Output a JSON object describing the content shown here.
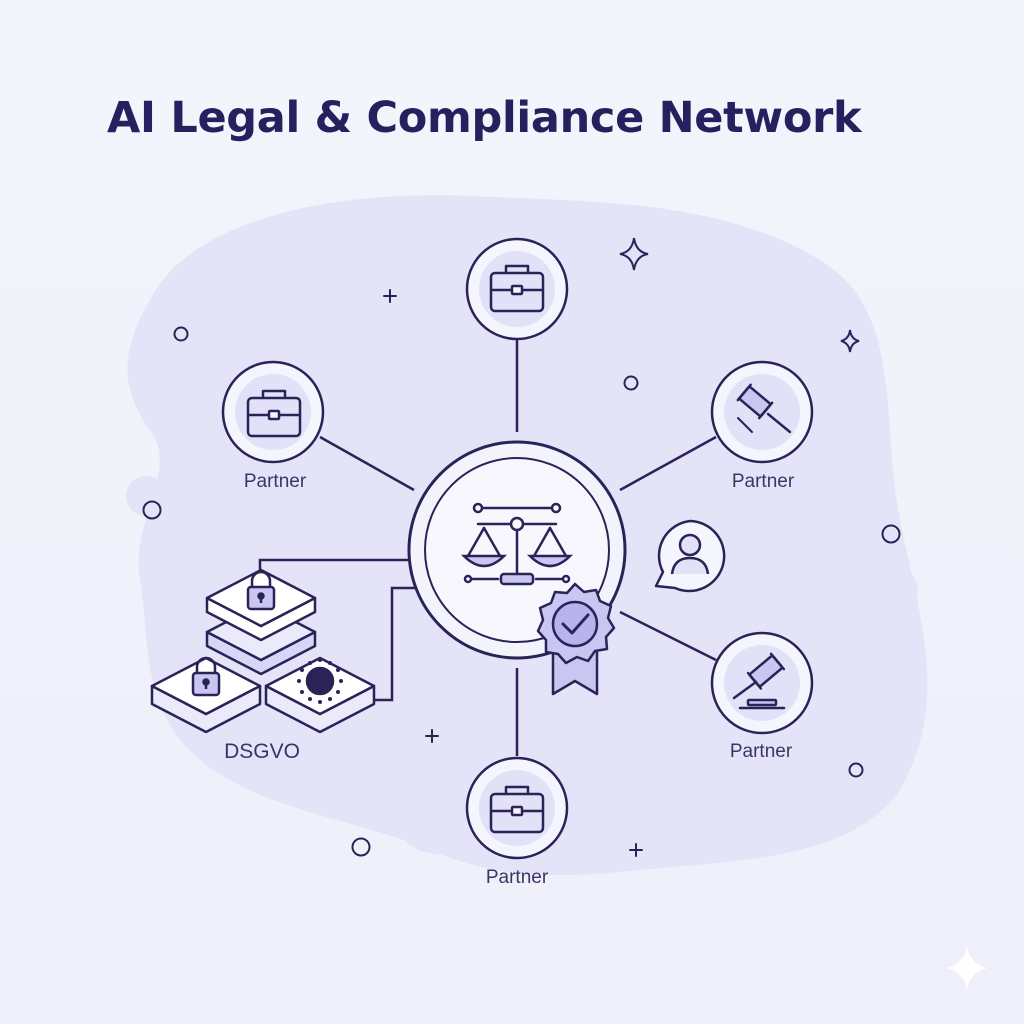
{
  "title": "AI Legal & Compliance Network",
  "colors": {
    "ink": "#2a2358",
    "accent": "#c9c6f2",
    "blob": "#e4e3f8",
    "background": "#f1f1fb"
  },
  "center_node": {
    "icon": "scales-of-justice-icon",
    "badge_icon": "verified-check-badge-icon"
  },
  "nodes": [
    {
      "id": "top",
      "icon": "briefcase-icon",
      "label": ""
    },
    {
      "id": "upper-left",
      "icon": "briefcase-icon",
      "label": "Partner"
    },
    {
      "id": "upper-right",
      "icon": "gavel-icon",
      "label": "Partner"
    },
    {
      "id": "lower-right",
      "icon": "gavel-icon",
      "label": "Partner"
    },
    {
      "id": "bottom",
      "icon": "briefcase-icon",
      "label": "Partner"
    }
  ],
  "user_bubble": {
    "icon": "user-chat-bubble-icon"
  },
  "data_stack": {
    "label": "DSGVO",
    "blocks": [
      {
        "icon": "padlock-icon"
      },
      {
        "icon": "padlock-icon"
      },
      {
        "icon": "eu-stars-icon"
      }
    ]
  },
  "decorations": [
    "sparkle-icon",
    "sparkle-icon",
    "plus-icon",
    "plus-icon",
    "plus-icon",
    "circle-dot-icon"
  ]
}
